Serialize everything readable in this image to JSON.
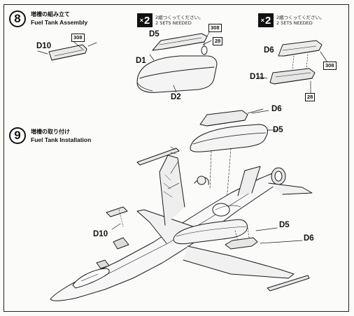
{
  "step8": {
    "number": "8",
    "title_jp": "増槽の組み立て",
    "title_en": "Fuel Tank Assembly"
  },
  "step9": {
    "number": "9",
    "title_jp": "増槽の取り付け",
    "title_en": "Fuel Tank Installation"
  },
  "sets_note": {
    "multiplier_symbol": "×",
    "multiplier_count": "2",
    "text_jp": "2組つくってください。",
    "text_en": "2 SETS NEEDED"
  },
  "callouts": {
    "c308": "308",
    "c28": "28"
  },
  "parts": {
    "d10": "D10",
    "d5": "D5",
    "d1": "D1",
    "d2": "D2",
    "d6": "D6",
    "d11": "D11"
  }
}
